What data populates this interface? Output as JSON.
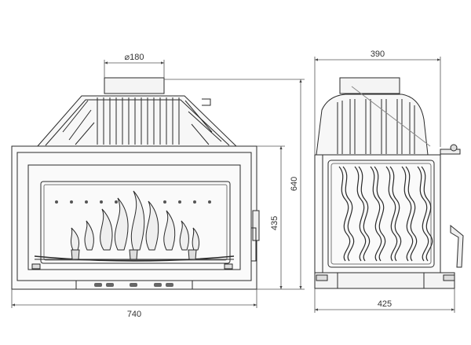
{
  "front_view": {
    "flue_diameter": "⌀180",
    "width": "740",
    "height_total": "640",
    "height_body": "435"
  },
  "side_view": {
    "width_top": "390",
    "depth_bottom": "425"
  },
  "colors": {
    "line": "#2a2a2a",
    "dimension_line": "#555555",
    "fill_light": "#f4f4f4",
    "flame": "#e8e8e8"
  }
}
